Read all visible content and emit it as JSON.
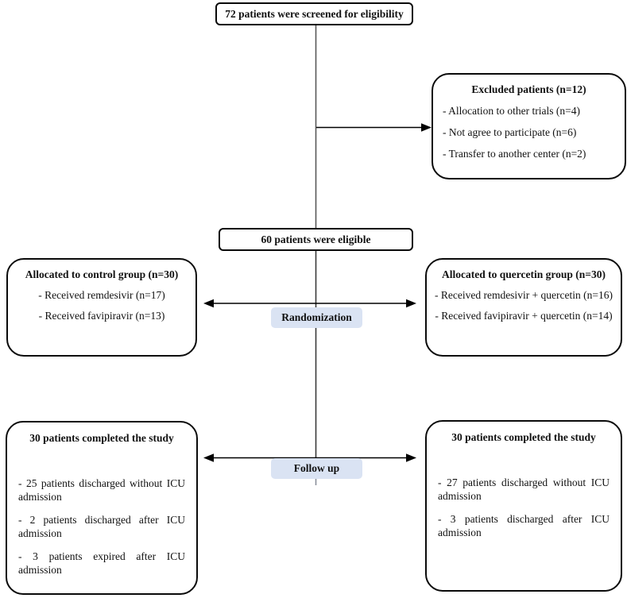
{
  "flow": {
    "screened": {
      "text": "72 patients were screened for eligibility"
    },
    "excluded": {
      "title": "Excluded patients (n=12)",
      "items": [
        "- Allocation to other trials (n=4)",
        "- Not agree to participate (n=6)",
        "- Transfer to another center (n=2)"
      ]
    },
    "eligible": {
      "text": "60 patients were eligible"
    },
    "control": {
      "title": "Allocated to control group (n=30)",
      "items": [
        "- Received remdesivir (n=17)",
        "- Received favipiravir (n=13)"
      ]
    },
    "quercetin": {
      "title": "Allocated to quercetin group (n=30)",
      "items": [
        "- Received remdesivir + quercetin (n=16)",
        "- Received favipiravir + quercetin (n=14)"
      ]
    },
    "randomization_label": "Randomization",
    "followup_label": "Follow up",
    "control_outcome": {
      "title": "30 patients completed the study",
      "items": [
        "- 25 patients discharged without ICU admission",
        "- 2 patients discharged after ICU admission",
        "- 3 patients expired after ICU admission"
      ]
    },
    "quercetin_outcome": {
      "title": "30 patients completed the study",
      "items": [
        "- 27 patients discharged without ICU admission",
        "- 3 patients discharged after ICU admission"
      ]
    },
    "colors": {
      "stage_label_fill": "#dae3f3",
      "box_border": "#0a0a0a",
      "connector_line": "#595959",
      "arrow": "#000000"
    }
  }
}
